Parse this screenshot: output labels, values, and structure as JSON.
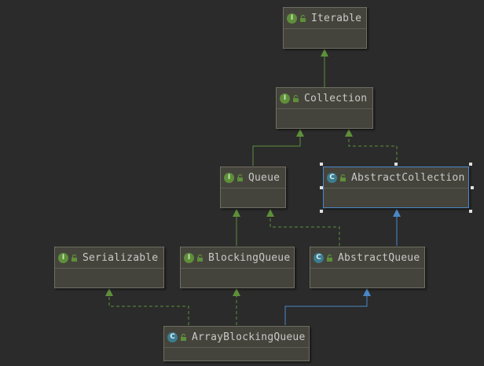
{
  "colors": {
    "background": "#2b2b2b",
    "node_fill": "#45443c",
    "node_border": "#6f6e63",
    "selected_border": "#4a88c7",
    "inherit_line": "#5e8f3a",
    "implement_line": "#5e8f3a",
    "class_inherit_line": "#4a88c7",
    "interface_badge": "#5e8f3a",
    "class_badge": "#3c7c8f"
  },
  "nodes": [
    {
      "id": "iterable",
      "label": "Iterable",
      "kind": "interface",
      "badge": "I"
    },
    {
      "id": "collection",
      "label": "Collection",
      "kind": "interface",
      "badge": "I"
    },
    {
      "id": "queue",
      "label": "Queue",
      "kind": "interface",
      "badge": "I"
    },
    {
      "id": "abstract-collection",
      "label": "AbstractCollection",
      "kind": "abstract-class",
      "badge": "C",
      "selected": true
    },
    {
      "id": "serializable",
      "label": "Serializable",
      "kind": "interface",
      "badge": "I"
    },
    {
      "id": "blocking-queue",
      "label": "BlockingQueue",
      "kind": "interface",
      "badge": "I"
    },
    {
      "id": "abstract-queue",
      "label": "AbstractQueue",
      "kind": "abstract-class",
      "badge": "C"
    },
    {
      "id": "array-blocking-queue",
      "label": "ArrayBlockingQueue",
      "kind": "class",
      "badge": "C"
    }
  ],
  "edges": [
    {
      "from": "collection",
      "to": "iterable",
      "type": "extends"
    },
    {
      "from": "queue",
      "to": "collection",
      "type": "extends"
    },
    {
      "from": "abstract-collection",
      "to": "collection",
      "type": "implements"
    },
    {
      "from": "blocking-queue",
      "to": "queue",
      "type": "extends"
    },
    {
      "from": "abstract-queue",
      "to": "queue",
      "type": "implements"
    },
    {
      "from": "abstract-queue",
      "to": "abstract-collection",
      "type": "class-extends"
    },
    {
      "from": "array-blocking-queue",
      "to": "serializable",
      "type": "implements"
    },
    {
      "from": "array-blocking-queue",
      "to": "blocking-queue",
      "type": "implements"
    },
    {
      "from": "array-blocking-queue",
      "to": "abstract-queue",
      "type": "class-extends"
    }
  ]
}
